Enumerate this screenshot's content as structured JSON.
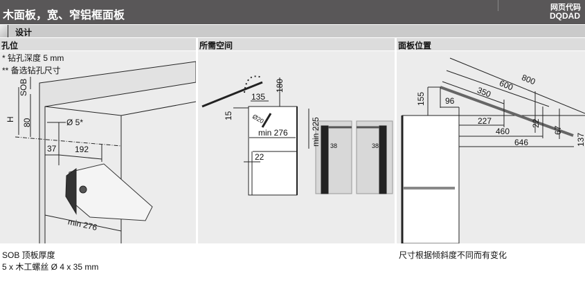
{
  "header": {
    "title": "木面板，宽、窄铝框面板",
    "code_line1": "网页代码",
    "code_line2": "DQDAD"
  },
  "section": {
    "label": "设计",
    "icon": "document-icon"
  },
  "columns": [
    {
      "title": "孔位",
      "notes": [
        "*  钻孔深度 5 mm",
        "** 备选钻孔尺寸"
      ],
      "dims": {
        "sob": "SOB",
        "h": "H",
        "d80": "80",
        "dia": "Ø 5*",
        "d37": "37",
        "d192": "192",
        "min276": "min 276"
      }
    },
    {
      "title": "所需空间",
      "dims": {
        "d135": "135",
        "d180": "180",
        "d15": "15",
        "dia20": "Ø20",
        "min276": "min 276",
        "min225": "min 225",
        "d22": "22",
        "d38a": "38",
        "d38b": "38"
      }
    },
    {
      "title": "面板位置",
      "dims": {
        "d800": "800",
        "d600": "600",
        "d350": "350",
        "d155": "155",
        "d96": "96",
        "d227": "227",
        "d460": "460",
        "d646": "646",
        "d22": "22",
        "d67": "67",
        "d137": "137"
      }
    }
  ],
  "footer": {
    "sob_note": "SOB  顶板厚度",
    "screw_note": "5 x 木工螺丝 Ø 4 x 35 mm",
    "angle_note": "尺寸根据倾斜度不同而有变化"
  }
}
